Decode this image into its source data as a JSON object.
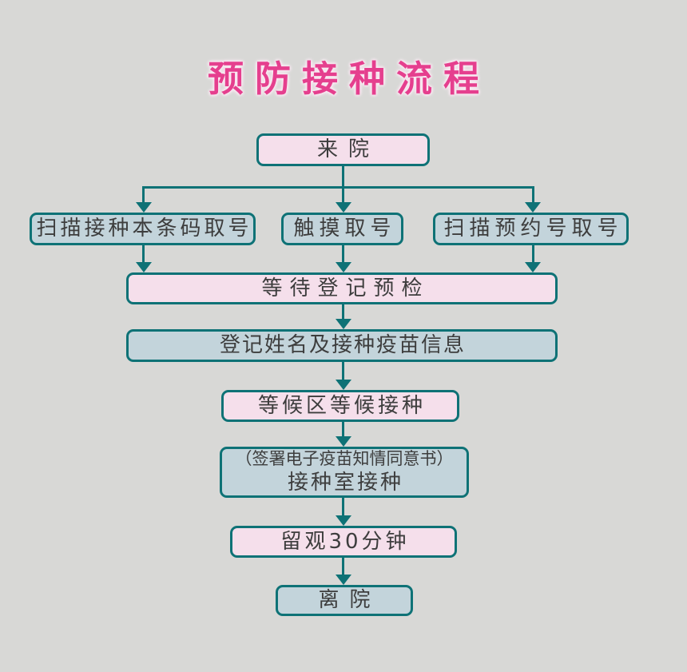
{
  "title": "预防接种流程",
  "colors": {
    "background": "#d8d8d6",
    "connector_teal": "#0e7276",
    "pink_fill": "#f5dfeb",
    "blue_fill": "#c3d4db",
    "title_pink": "#e53f8e",
    "node_text": "#3d3d3d"
  },
  "nodes": {
    "arrive": {
      "label": "来院"
    },
    "scan_booklet": {
      "label": "扫描接种本条码取号"
    },
    "touch_number": {
      "label": "触摸取号"
    },
    "scan_appointment": {
      "label": "扫描预约号取号"
    },
    "wait_registration": {
      "label": "等待登记预检"
    },
    "register_info": {
      "label": "登记姓名及接种疫苗信息"
    },
    "waiting_area": {
      "label": "等候区等候接种"
    },
    "vaccination_room": {
      "note": "（签署电子疫苗知情同意书）",
      "label": "接种室接种"
    },
    "observation": {
      "label": "留观30分钟"
    },
    "leave": {
      "label": "离院"
    }
  }
}
